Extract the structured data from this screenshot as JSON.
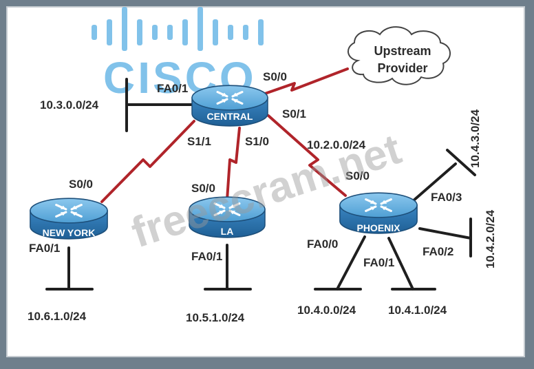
{
  "logo": {
    "text": "CISCO"
  },
  "watermark": {
    "text": "freeccram.net"
  },
  "cloud": {
    "line1": "Upstream",
    "line2": "Provider"
  },
  "routers": {
    "central": "CENTRAL",
    "newyork": "NEW YORK",
    "la": "LA",
    "phoenix": "PHOENIX"
  },
  "interfaces": {
    "central_fa01": "FA0/1",
    "central_s00": "S0/0",
    "central_s01": "S0/1",
    "central_s11": "S1/1",
    "central_s10": "S1/0",
    "ny_s00": "S0/0",
    "ny_fa01": "FA0/1",
    "la_s00": "S0/0",
    "la_fa01": "FA0/1",
    "phx_s00": "S0/0",
    "phx_fa03": "FA0/3",
    "phx_fa02": "FA0/2",
    "phx_fa00": "FA0/0",
    "phx_fa01": "FA0/1"
  },
  "networks": {
    "central_lan": "10.3.0.0/24",
    "central_phx_link": "10.2.0.0/24",
    "ny_lan": "10.6.1.0/24",
    "la_lan": "10.5.1.0/24",
    "phx_lan0": "10.4.0.0/24",
    "phx_lan1": "10.4.1.0/24",
    "phx_lan3": "10.4.3.0/24",
    "phx_lan2": "10.4.2.0/24"
  },
  "colors": {
    "background": "#ffffff",
    "frame": "#6f7f8c",
    "serial_link": "#b0242a",
    "ethernet": "#1f1f1f",
    "router_top": "#5aa6d6",
    "router_body": "#2f7cb8",
    "logo": "#6bb7e6"
  }
}
